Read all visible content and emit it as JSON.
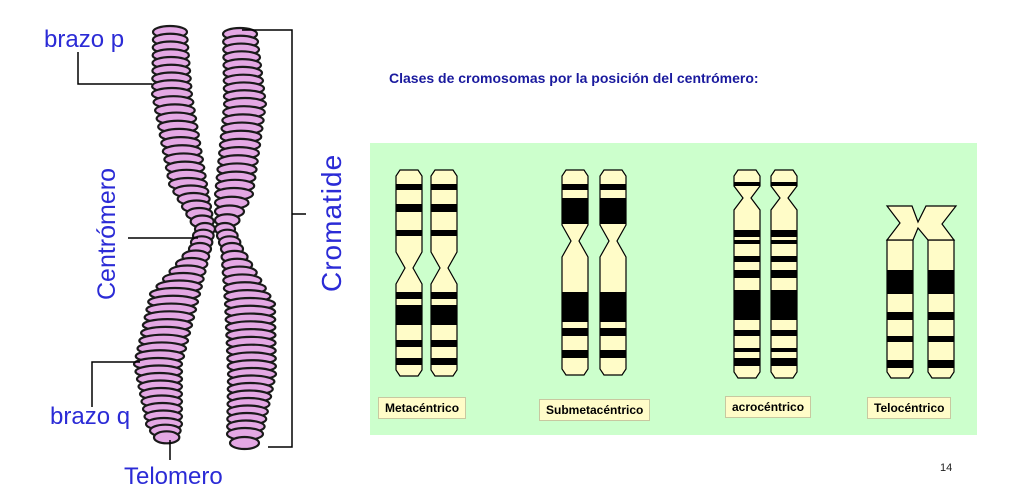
{
  "left_diagram": {
    "labels": {
      "arm_p": "brazo p",
      "arm_q": "brazo q",
      "centromere": "Centrómero",
      "telomere": "Telomero",
      "chromatid": "Cromatide"
    }
  },
  "right_panel": {
    "title": "Clases de cromosomas por la posición del centrómero:",
    "types": [
      {
        "id": "metacentric",
        "label": "Metacéntrico"
      },
      {
        "id": "submetacentric",
        "label": "Submetacéntrico"
      },
      {
        "id": "acrocentric",
        "label": "acrocéntrico"
      },
      {
        "id": "telocentric",
        "label": "Telocéntrico"
      }
    ]
  },
  "slide": {
    "page_number": "14"
  },
  "colors": {
    "label_blue": "#2b2bd6",
    "heading_blue": "#1a1a9e",
    "panel_green": "#ccffcc",
    "chromosome_cream": "#fffcc8",
    "band_black": "#000000",
    "chromatid_pink": "#e4a8e4"
  }
}
